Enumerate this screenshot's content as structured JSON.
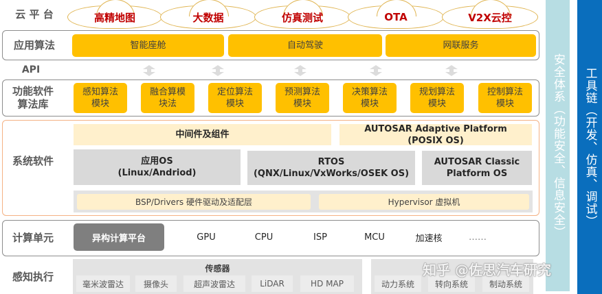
{
  "rows": {
    "cloud": {
      "label": "云 平 台",
      "items": [
        "高精地图",
        "大数据",
        "仿真测试",
        "OTA",
        "V2X云控"
      ]
    },
    "app": {
      "label": "应用算法",
      "items": [
        "智能座舱",
        "自动驾驶",
        "网联服务"
      ]
    },
    "api": {
      "label": "API"
    },
    "func": {
      "label_line1": "功能软件",
      "label_line2": "算法库",
      "items": [
        {
          "l1": "感知算法",
          "l2": "模块"
        },
        {
          "l1": "融合算模",
          "l2": "块法"
        },
        {
          "l1": "定位算法",
          "l2": "模块"
        },
        {
          "l1": "预测算法",
          "l2": "模块"
        },
        {
          "l1": "决策算法",
          "l2": "模块"
        },
        {
          "l1": "规划算法",
          "l2": "模块"
        },
        {
          "l1": "控制算法",
          "l2": "模块"
        }
      ]
    },
    "system": {
      "label": "系统软件",
      "middleware": "中间件及组件",
      "autosar_adaptive": {
        "l1": "AUTOSAR Adaptive Platform",
        "l2": "(POSIX OS)"
      },
      "app_os": {
        "l1": "应用OS",
        "l2": "(Linux/Andriod)"
      },
      "rtos": {
        "l1": "RTOS",
        "l2": "(QNX/Linux/VxWorks/OSEK OS)"
      },
      "autosar_classic": {
        "l1": "AUTOSAR Classic",
        "l2": "Platform OS"
      },
      "bsp": "BSP/Drivers 硬件驱动及适配层",
      "hypervisor": "Hypervisor 虚拟机"
    },
    "compute": {
      "label": "计算单元",
      "platform": "异构计算平台",
      "items": [
        "GPU",
        "CPU",
        "ISP",
        "MCU",
        "加速核",
        "……"
      ]
    },
    "sense": {
      "label": "感知执行",
      "sensor_title": "传感器",
      "sensors": [
        "毫米波雷达",
        "摄像头",
        "超声波雷达",
        "LiDAR",
        "HD MAP"
      ],
      "actuators": [
        "动力系统",
        "转向系统",
        "制动系统"
      ]
    }
  },
  "side": {
    "security": "安全体系（功能安全、信息安全）",
    "toolchain": "工具链（开发、仿真、调试）"
  },
  "watermark": "知乎 @佐思汽车研究",
  "colors": {
    "accent_yellow": "#ffc000",
    "cloud_text": "#c00000",
    "beige": "#fff0cc",
    "grey_box": "#d9d9d9",
    "security_bar": "#b7dde3",
    "toolchain_bar": "#0a6ebd"
  }
}
